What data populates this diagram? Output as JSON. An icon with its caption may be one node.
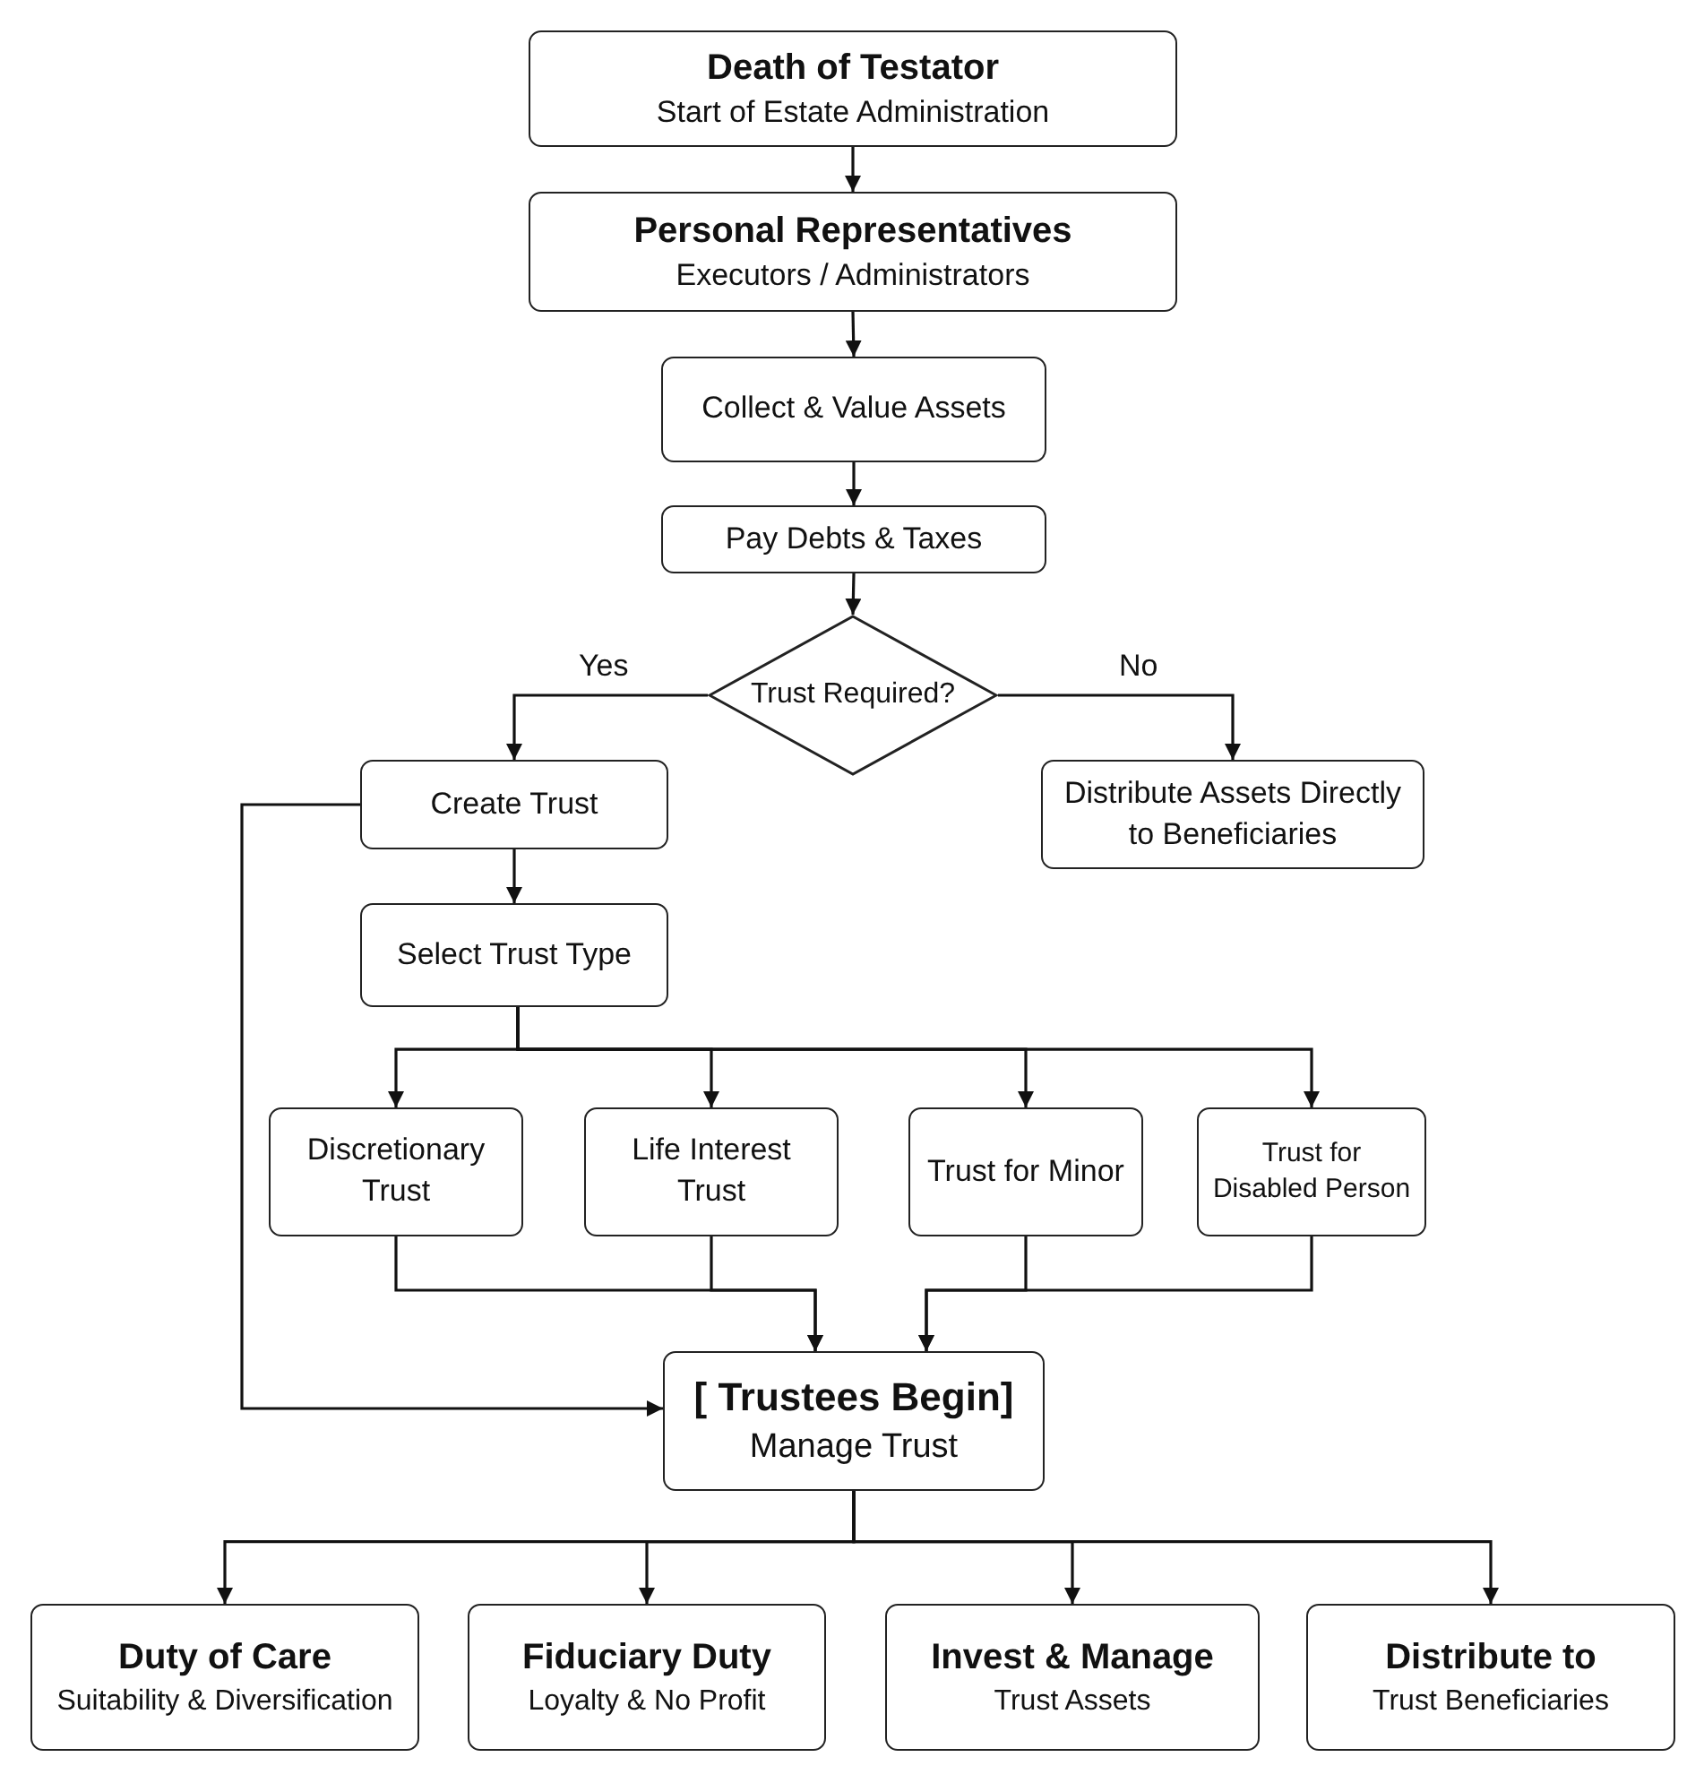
{
  "diagram": {
    "nodes": [
      {
        "text": [
          "Death of Testator",
          "Start of Estate Administration"
        ]
      },
      {
        "text": [
          "Personal Representatives",
          "Executors / Administrators"
        ]
      },
      {
        "text": [
          "Collect & Value Assets"
        ]
      },
      {
        "text": [
          "Pay Debts & Taxes"
        ]
      },
      {
        "text": [
          "Trust Required?"
        ]
      },
      {
        "text": [
          "Create Trust"
        ]
      },
      {
        "text": [
          "Distribute Assets Directly to Beneficiaries"
        ]
      },
      {
        "text": [
          "Select Trust Type"
        ]
      },
      {
        "text": [
          "Discretionary Trust"
        ]
      },
      {
        "text": [
          "Life Interest Trust"
        ]
      },
      {
        "text": [
          "Trust for Minor"
        ]
      },
      {
        "text": [
          "Trust for Disabled Person"
        ]
      },
      {
        "text": [
          "[ Trustees Begin]",
          "Manage Trust"
        ]
      },
      {
        "text": [
          "Duty of Care",
          "Suitability & Diversification"
        ]
      },
      {
        "text": [
          "Fiduciary Duty",
          "Loyalty & No Profit"
        ]
      },
      {
        "text": [
          "Invest & Manage",
          "Trust Assets"
        ]
      },
      {
        "text": [
          "Distribute to",
          "Trust Beneficiaries"
        ]
      }
    ],
    "edges": [
      {
        "from": 0,
        "to": 1,
        "arrow": "to"
      },
      {
        "from": 1,
        "to": 2,
        "arrow": "to"
      },
      {
        "from": 2,
        "to": 3,
        "arrow": "to"
      },
      {
        "from": 3,
        "to": 4,
        "arrow": "to"
      },
      {
        "from": 4,
        "to": 5,
        "arrow": "to",
        "label": "Yes"
      },
      {
        "from": 4,
        "to": 6,
        "arrow": "to",
        "label": "No"
      },
      {
        "from": 5,
        "to": 7,
        "arrow": "to"
      },
      {
        "from": 7,
        "to": 8,
        "arrow": "to"
      },
      {
        "from": 7,
        "to": 9,
        "arrow": "to"
      },
      {
        "from": 7,
        "to": 10,
        "arrow": "to"
      },
      {
        "from": 7,
        "to": 11,
        "arrow": "to"
      },
      {
        "from": 8,
        "to": 12,
        "arrow": "to"
      },
      {
        "from": 9,
        "to": 12,
        "arrow": "to"
      },
      {
        "from": 10,
        "to": 12,
        "arrow": "to"
      },
      {
        "from": 11,
        "to": 12,
        "arrow": "to"
      },
      {
        "from": 5,
        "to": 12,
        "arrow": "to"
      },
      {
        "from": 12,
        "to": 13,
        "arrow": "to"
      },
      {
        "from": 12,
        "to": 14,
        "arrow": "to"
      },
      {
        "from": 12,
        "to": 15,
        "arrow": "to"
      },
      {
        "from": 12,
        "to": 16,
        "arrow": "to"
      }
    ]
  }
}
